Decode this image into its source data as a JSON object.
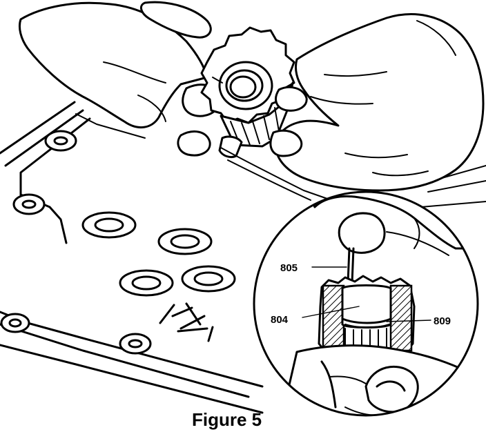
{
  "figure": {
    "caption": "Figure 5",
    "callouts": {
      "part_805": "805",
      "part_804": "804",
      "part_809": "809"
    }
  }
}
